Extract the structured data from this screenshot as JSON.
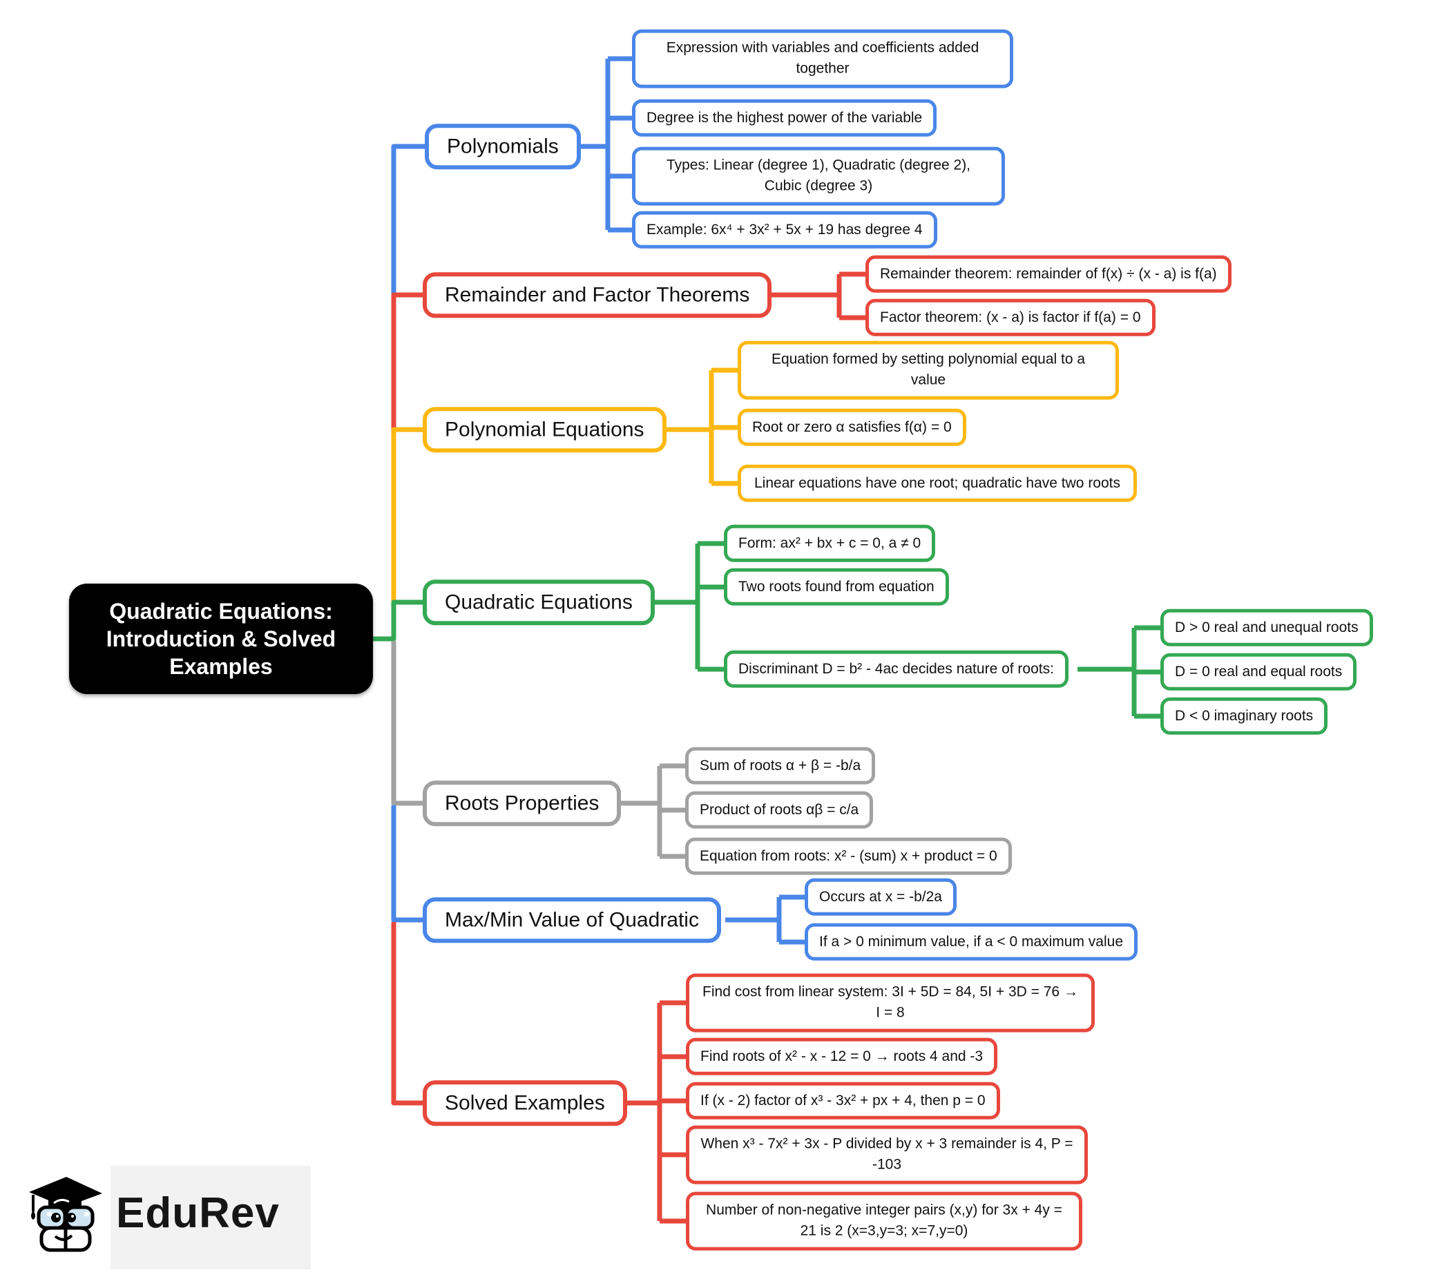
{
  "central": {
    "label": "Quadratic Equations: Introduction & Solved Examples",
    "bg": "#000000",
    "text_color": "#ffffff"
  },
  "palette": {
    "blue": "#4a86e8",
    "red": "#e8473c",
    "yellow": "#fcb813",
    "green": "#34a853",
    "gray": "#a2a2a2"
  },
  "branches": [
    {
      "label": "Polynomials",
      "color": "#4a86e8",
      "children": [
        {
          "text": "Expression with variables and coefficients added together"
        },
        {
          "text": "Degree is the highest power of the variable"
        },
        {
          "text": "Types: Linear (degree 1), Quadratic (degree 2), Cubic (degree 3)"
        },
        {
          "text": "Example: 6x⁴ + 3x² + 5x + 19 has degree 4"
        }
      ]
    },
    {
      "label": "Remainder and Factor Theorems",
      "color": "#e8473c",
      "children": [
        {
          "text": "Remainder theorem: remainder of f(x) ÷ (x - a) is f(a)"
        },
        {
          "text": "Factor theorem: (x - a) is factor if f(a) = 0"
        }
      ]
    },
    {
      "label": "Polynomial Equations",
      "color": "#fcb813",
      "children": [
        {
          "text": "Equation formed by setting polynomial equal to a value"
        },
        {
          "text": "Root or zero α satisfies f(α) = 0"
        },
        {
          "text": "Linear equations have one root; quadratic have two roots"
        }
      ]
    },
    {
      "label": "Quadratic Equations",
      "color": "#34a853",
      "children": [
        {
          "text": "Form: ax² + bx + c = 0, a ≠ 0"
        },
        {
          "text": "Two roots found from equation"
        },
        {
          "text": "Discriminant D = b² - 4ac decides nature of roots:",
          "children": [
            {
              "text": "D > 0 real and unequal roots"
            },
            {
              "text": "D = 0 real and equal roots"
            },
            {
              "text": "D < 0 imaginary roots"
            }
          ]
        }
      ]
    },
    {
      "label": "Roots Properties",
      "color": "#a2a2a2",
      "children": [
        {
          "text": "Sum of roots α + β = -b/a"
        },
        {
          "text": "Product of roots αβ = c/a"
        },
        {
          "text": "Equation from roots: x² - (sum) x + product = 0"
        }
      ]
    },
    {
      "label": "Max/Min Value of Quadratic",
      "color": "#4a86e8",
      "children": [
        {
          "text": "Occurs at x = -b/2a"
        },
        {
          "text": "If a > 0 minimum value, if a < 0 maximum value"
        }
      ]
    },
    {
      "label": "Solved Examples",
      "color": "#e8473c",
      "children": [
        {
          "text": "Find cost from linear system: 3I + 5D = 84, 5I + 3D = 76 → I = 8"
        },
        {
          "text": "Find roots of x² - x - 12 = 0 → roots 4 and -3"
        },
        {
          "text": "If (x - 2) factor of x³ - 3x² + px + 4, then p = 0"
        },
        {
          "text": "When x³ - 7x² + 3x - P divided by x + 3 remainder is 4, P = -103"
        },
        {
          "text": "Number of non-negative integer pairs (x,y) for 3x + 4y = 21 is 2 (x=3,y=3; x=7,y=0)"
        }
      ]
    }
  ],
  "logo": {
    "brand": "EduRev"
  }
}
